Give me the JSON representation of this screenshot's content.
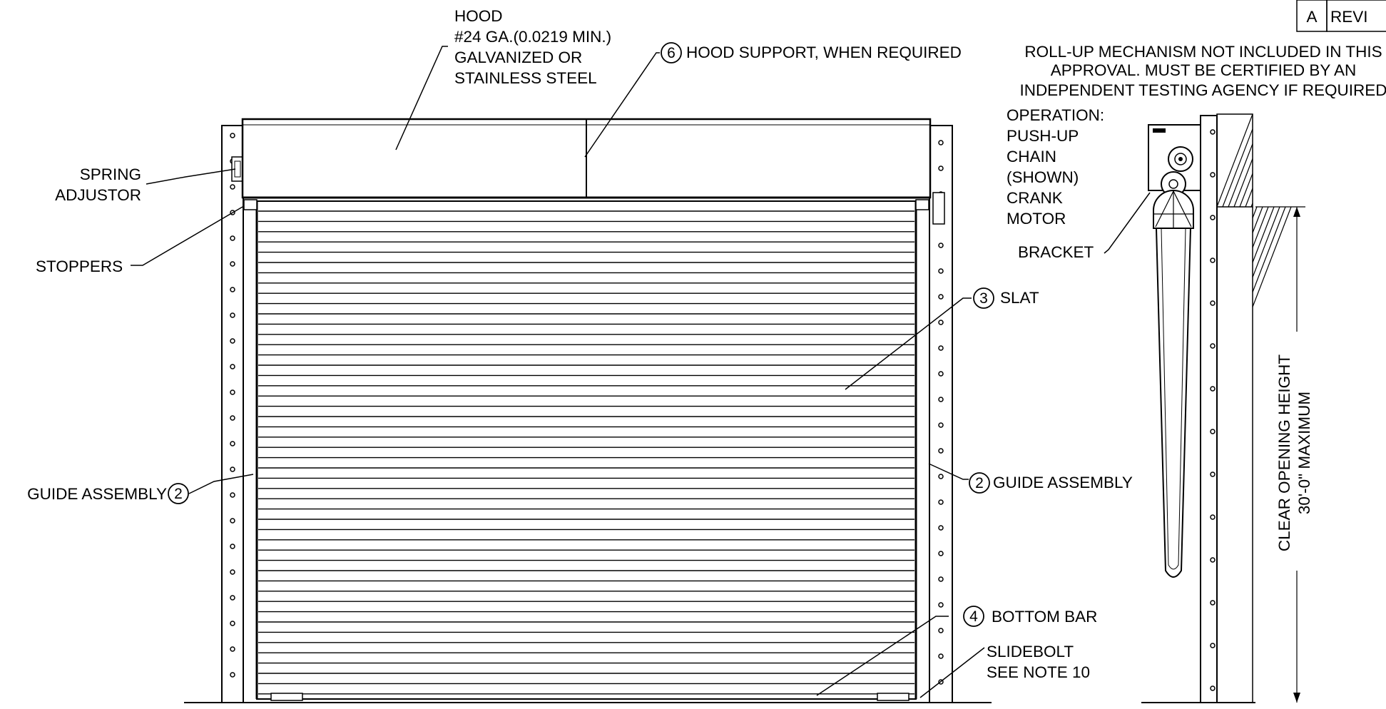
{
  "revision": {
    "letter": "A",
    "header": "REVI"
  },
  "hood_label": {
    "lines": [
      "HOOD",
      "#24 GA.(0.0219 MIN.)",
      "GALVANIZED OR",
      "STAINLESS STEEL"
    ]
  },
  "callouts": {
    "hood_support": {
      "number": "6",
      "text": "HOOD SUPPORT, WHEN REQUIRED"
    },
    "slat": {
      "number": "3",
      "text": "SLAT"
    },
    "guide_left": {
      "number": "2",
      "text": "GUIDE ASSEMBLY"
    },
    "guide_right": {
      "number": "2",
      "text": "GUIDE ASSEMBLY"
    },
    "bottom_bar": {
      "number": "4",
      "text": "BOTTOM BAR"
    }
  },
  "spring_adjustor": {
    "lines": [
      "SPRING",
      "ADJUSTOR"
    ]
  },
  "stoppers": "STOPPERS",
  "slidebolt": {
    "lines": [
      "SLIDEBOLT",
      "SEE NOTE 10"
    ]
  },
  "rollup_note": {
    "lines": [
      "ROLL-UP MECHANISM NOT INCLUDED IN THIS",
      "APPROVAL. MUST BE CERTIFIED BY AN",
      "INDEPENDENT TESTING AGENCY IF REQUIRED"
    ]
  },
  "operation": {
    "lines": [
      "OPERATION:",
      "PUSH-UP",
      "CHAIN",
      "(SHOWN)",
      "CRANK",
      "MOTOR"
    ]
  },
  "bracket": "BRACKET",
  "clear_height": {
    "lines": [
      "CLEAR OPENING HEIGHT",
      "30'-0\" MAXIMUM"
    ]
  }
}
